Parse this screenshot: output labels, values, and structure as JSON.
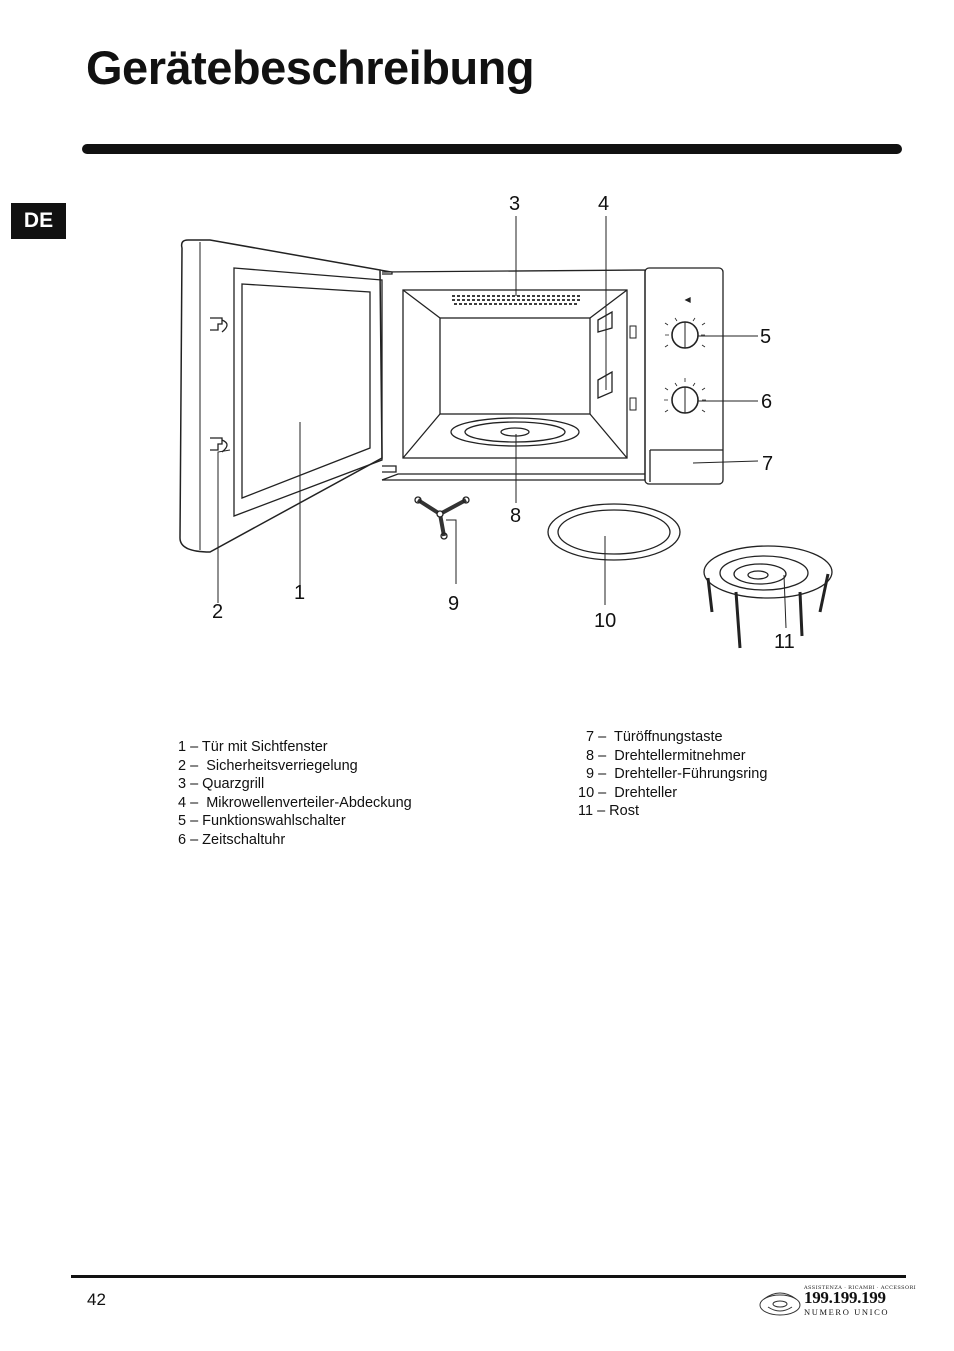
{
  "page": {
    "title": "Gerätebeschreibung",
    "language_badge": "DE",
    "page_number": "42"
  },
  "diagram": {
    "callouts": [
      "1",
      "2",
      "3",
      "4",
      "5",
      "6",
      "7",
      "8",
      "9",
      "10",
      "11"
    ]
  },
  "legend": {
    "left": [
      "1 – Tür mit Sichtfenster",
      "2 –  Sicherheitsverriegelung",
      "3 – Quarzgrill",
      "4 –  Mikrowellenverteiler-Abdeckung",
      "5 – Funktionswahlschalter",
      "6 – Zeitschaltuhr"
    ],
    "right": [
      "  7 –  Türöffnungstaste",
      "  8 –  Drehtellermitnehmer",
      "  9 –  Drehteller-Führungsring",
      "10 –  Drehteller",
      "11 – Rost"
    ]
  },
  "logo": {
    "tagline": "ASSISTENZA · RICAMBI · ACCESSORI",
    "number": "199.199.199",
    "subtitle": "NUMERO UNICO"
  }
}
